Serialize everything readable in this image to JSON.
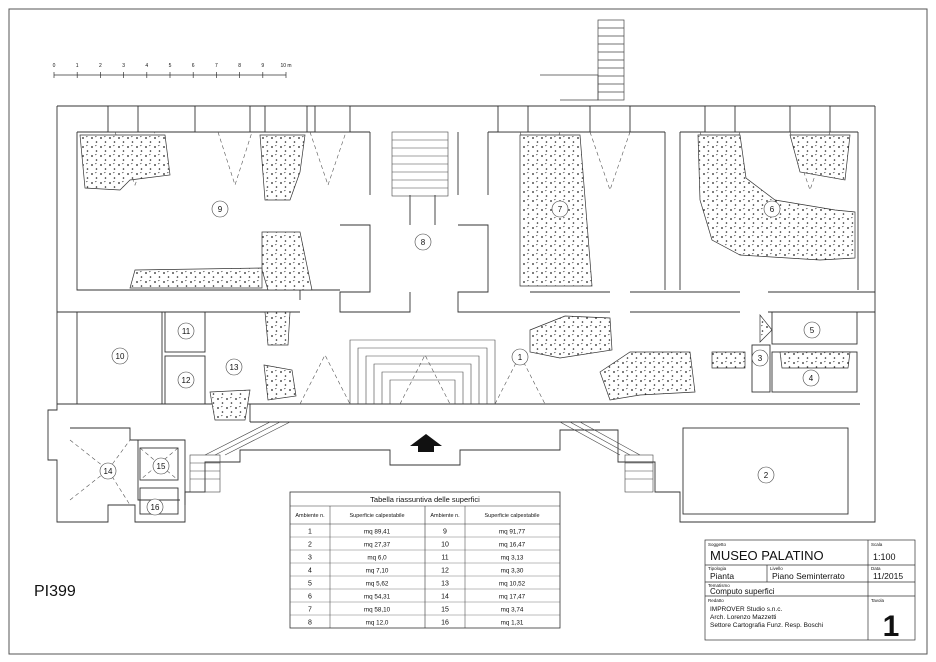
{
  "sheet_code": "PI399",
  "scale_bar": {
    "ticks": [
      "0",
      "1",
      "2",
      "3",
      "4",
      "5",
      "6",
      "7",
      "8",
      "9",
      "10 m"
    ]
  },
  "rooms": [
    "1",
    "2",
    "3",
    "4",
    "5",
    "6",
    "7",
    "8",
    "9",
    "10",
    "11",
    "12",
    "13",
    "14",
    "15",
    "16"
  ],
  "surface_table": {
    "title": "Tabella riassuntiva delle superfici",
    "col_room": "Ambiente n.",
    "col_area": "Superficie calpestabile",
    "left": [
      {
        "n": "1",
        "area": "mq 89,41"
      },
      {
        "n": "2",
        "area": "mq 27,37"
      },
      {
        "n": "3",
        "area": "mq 6,0"
      },
      {
        "n": "4",
        "area": "mq 7,10"
      },
      {
        "n": "5",
        "area": "mq 5,62"
      },
      {
        "n": "6",
        "area": "mq 54,31"
      },
      {
        "n": "7",
        "area": "mq 58,10"
      },
      {
        "n": "8",
        "area": "mq 12,0"
      }
    ],
    "right": [
      {
        "n": "9",
        "area": "mq 91,77"
      },
      {
        "n": "10",
        "area": "mq 16,47"
      },
      {
        "n": "11",
        "area": "mq 3,13"
      },
      {
        "n": "12",
        "area": "mq 3,30"
      },
      {
        "n": "13",
        "area": "mq 10,52"
      },
      {
        "n": "14",
        "area": "mq 17,47"
      },
      {
        "n": "15",
        "area": "mq 3,74"
      },
      {
        "n": "16",
        "area": "mq 1,31"
      }
    ]
  },
  "title_block": {
    "soggetto_label": "Soggetto",
    "soggetto": "MUSEO PALATINO",
    "scala_label": "Scala",
    "scala": "1:100",
    "tipologia_label": "Tipologia",
    "tipologia": "Pianta",
    "livello_label": "Livello",
    "livello": "Piano Seminterrato",
    "data_label": "Data",
    "data": "11/2015",
    "tematismo_label": "Tematismo",
    "tematismo": "Computo superfici",
    "redatto_label": "Redatto",
    "redatto_lines": [
      "IMPROVER Studio s.n.c.",
      "Arch. Lorenzo Mazzetti",
      "Settore Cartografia Funz. Resp. Boschi"
    ],
    "tavola_label": "Tavola",
    "tavola": "1"
  }
}
